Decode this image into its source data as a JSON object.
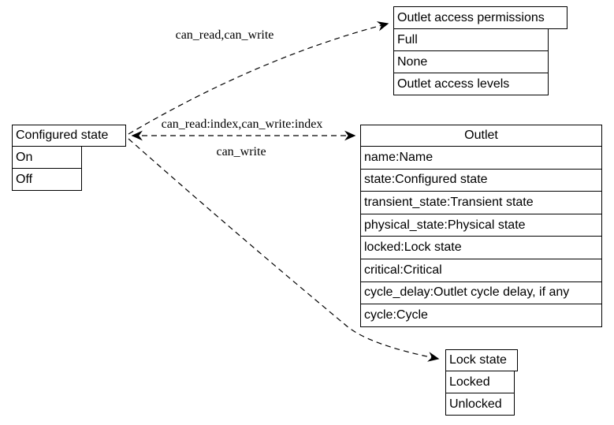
{
  "nodes": {
    "configured_state": {
      "title": "Configured state",
      "values": [
        "On",
        "Off"
      ]
    },
    "outlet_access_permissions": {
      "title": "Outlet access permissions",
      "values": [
        "Full",
        "None",
        "Outlet access levels"
      ]
    },
    "outlet": {
      "title": "Outlet",
      "fields": [
        "name:Name",
        "state:Configured state",
        "transient_state:Transient state",
        "physical_state:Physical state",
        "locked:Lock state",
        "critical:Critical",
        "cycle_delay:Outlet cycle delay, if any",
        "cycle:Cycle"
      ]
    },
    "lock_state": {
      "title": "Lock state",
      "values": [
        "Locked",
        "Unlocked"
      ]
    }
  },
  "edges": {
    "to_outlet_access_permissions": {
      "label": "can_read,can_write"
    },
    "to_outlet": {
      "label_above": "can_read:index,can_write:index",
      "label_below": "can_write"
    }
  },
  "colors": {
    "background": "#ffffff",
    "line": "#000000",
    "text": "#000000"
  }
}
